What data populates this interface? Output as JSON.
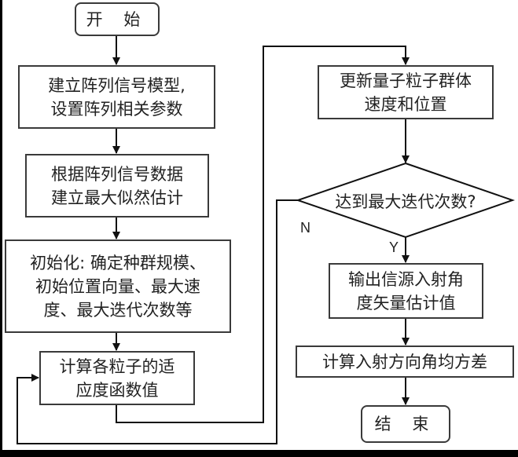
{
  "diagram": {
    "type": "flowchart",
    "nodes": {
      "start": {
        "text": "开 始"
      },
      "build_model": {
        "lines": [
          "建立阵列信号模型,",
          "设置阵列相关参数"
        ]
      },
      "ml_estimate": {
        "lines": [
          "根据阵列信号数据",
          "建立最大似然估计"
        ]
      },
      "initialize": {
        "lines": [
          "初始化: 确定种群规模、",
          "初始位置向量、最大速",
          "度、最大迭代次数等"
        ]
      },
      "fitness": {
        "lines": [
          "计算各粒子的适",
          "应度函数值"
        ]
      },
      "update": {
        "lines": [
          "更新量子粒子群体",
          "速度和位置"
        ]
      },
      "decision": {
        "text": "达到最大迭代次数?"
      },
      "output": {
        "lines": [
          "输出信源入射角",
          "度矢量估计值"
        ]
      },
      "variance": {
        "text": "计算入射方向角均方差"
      },
      "end": {
        "text": "结 束"
      }
    },
    "edge_labels": {
      "no": "N",
      "yes": "Y"
    },
    "edges": [
      {
        "from": "start",
        "to": "build_model"
      },
      {
        "from": "build_model",
        "to": "ml_estimate"
      },
      {
        "from": "ml_estimate",
        "to": "initialize"
      },
      {
        "from": "initialize",
        "to": "fitness"
      },
      {
        "from": "fitness",
        "to": "update"
      },
      {
        "from": "update",
        "to": "decision"
      },
      {
        "from": "decision",
        "to": "output",
        "label": "Y"
      },
      {
        "from": "decision",
        "to": "fitness",
        "label": "N"
      },
      {
        "from": "output",
        "to": "variance"
      },
      {
        "from": "variance",
        "to": "end"
      }
    ]
  }
}
